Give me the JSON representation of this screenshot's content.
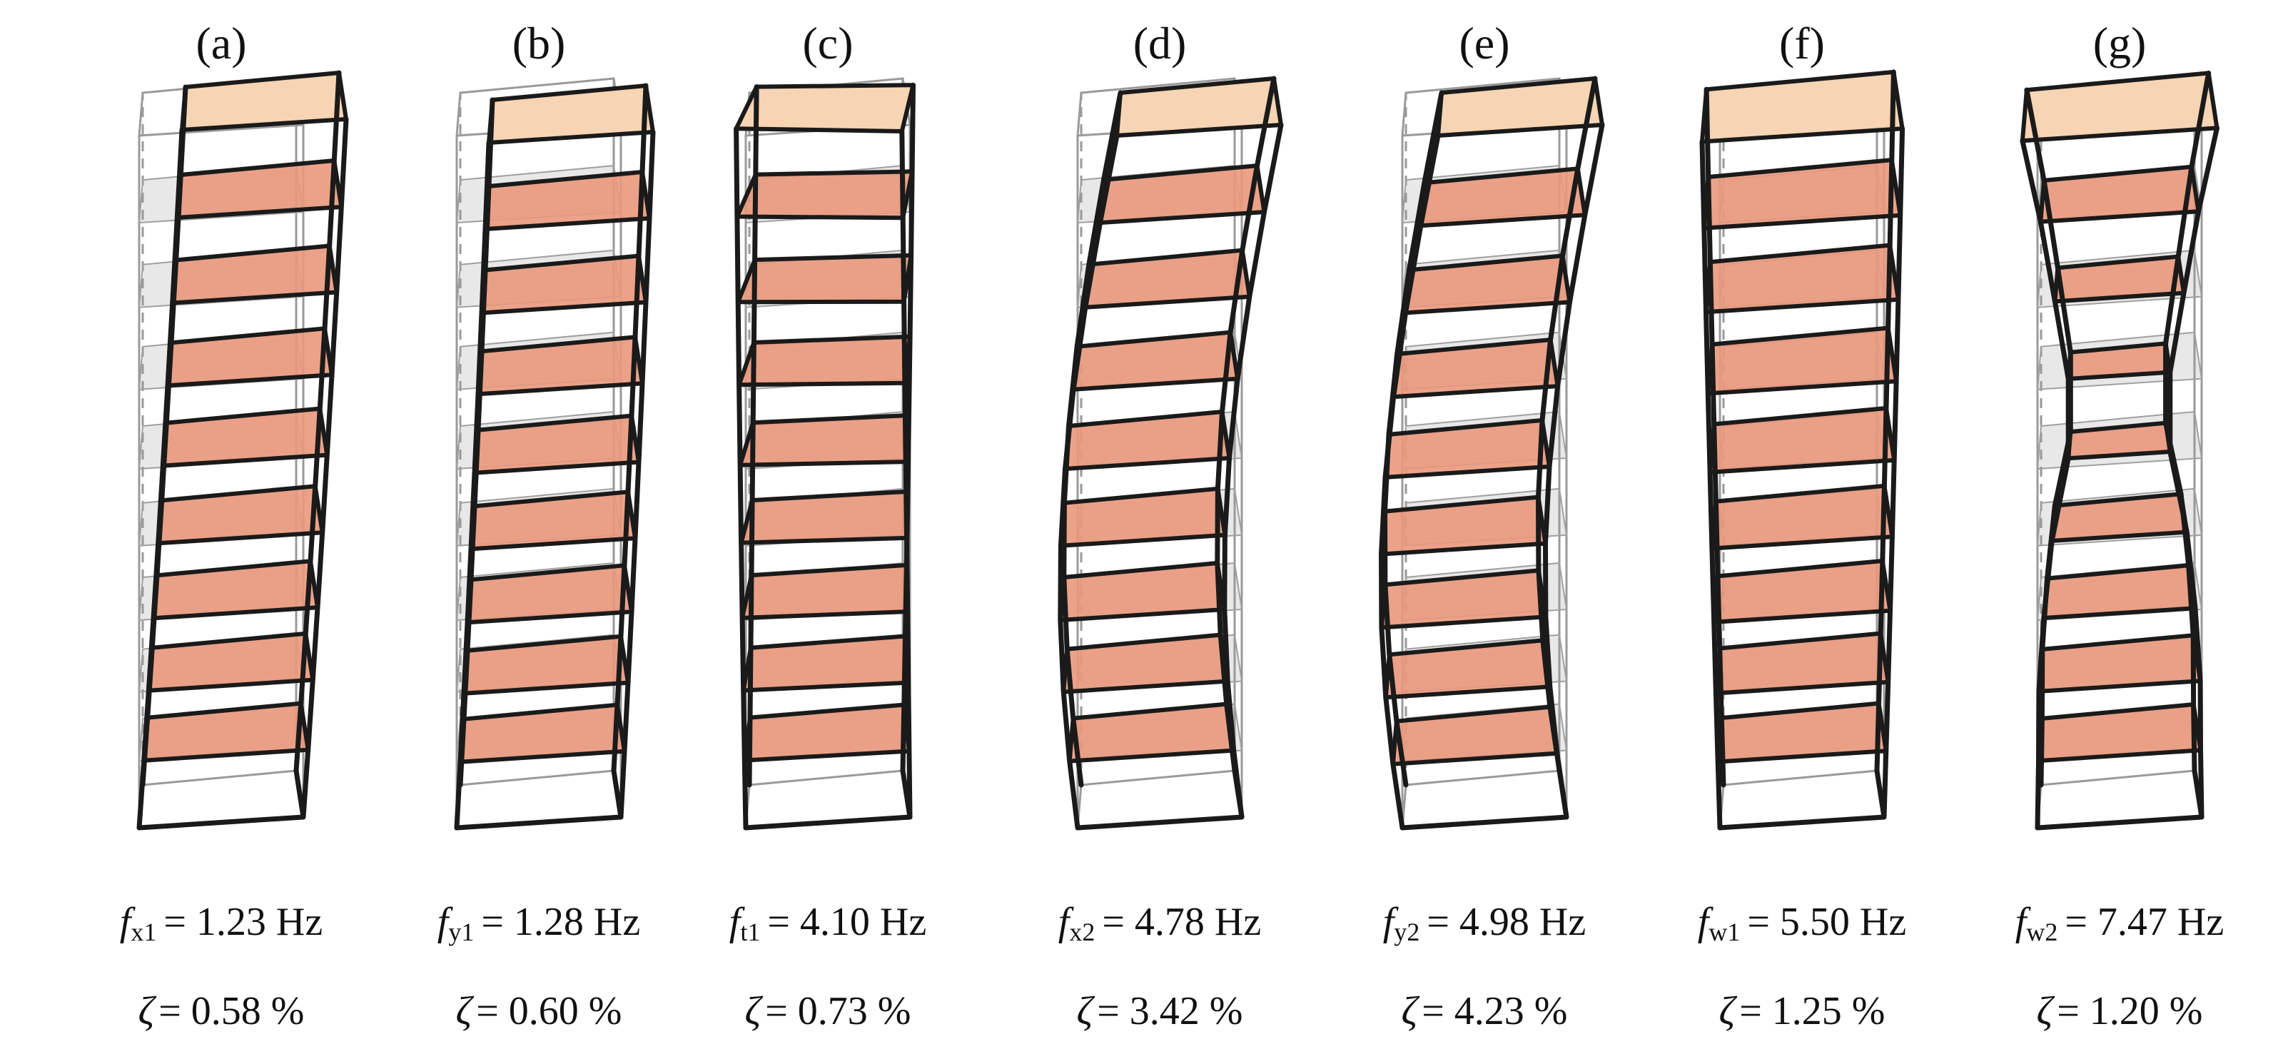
{
  "figure": {
    "colors": {
      "slab_fill": "#e9987c",
      "roof_fill": "#f7d4b3",
      "frame_line": "#1a1a1a",
      "original_frame": "#9a9a9a",
      "original_slab": "#c8c8c8"
    },
    "panels": [
      {
        "label": "(a)",
        "symbol": "f",
        "subscript": "x1",
        "frequency": "= 1.23 Hz",
        "damping_symbol": "ζ",
        "damping": "= 0.58 %",
        "mode": "x1"
      },
      {
        "label": "(b)",
        "symbol": "f",
        "subscript": "y1",
        "frequency": "= 1.28 Hz",
        "damping_symbol": "ζ",
        "damping": "= 0.60 %",
        "mode": "y1"
      },
      {
        "label": "(c)",
        "symbol": "f",
        "subscript": "t1",
        "frequency": "= 4.10 Hz",
        "damping_symbol": "ζ",
        "damping": "= 0.73 %",
        "mode": "t1"
      },
      {
        "label": "(d)",
        "symbol": "f",
        "subscript": "x2",
        "frequency": "= 4.78 Hz",
        "damping_symbol": "ζ",
        "damping": "= 3.42 %",
        "mode": "x2"
      },
      {
        "label": "(e)",
        "symbol": "f",
        "subscript": "y2",
        "frequency": "= 4.98 Hz",
        "damping_symbol": "ζ",
        "damping": "= 4.23 %",
        "mode": "y2"
      },
      {
        "label": "(f)",
        "symbol": "f",
        "subscript": "w1",
        "frequency": "= 5.50 Hz",
        "damping_symbol": "ζ",
        "damping": "= 1.25 %",
        "mode": "w1"
      },
      {
        "label": "(g)",
        "symbol": "f",
        "subscript": "w2",
        "frequency": "= 7.47 Hz",
        "damping_symbol": "ζ",
        "damping": "= 1.20 %",
        "mode": "w2"
      }
    ]
  }
}
